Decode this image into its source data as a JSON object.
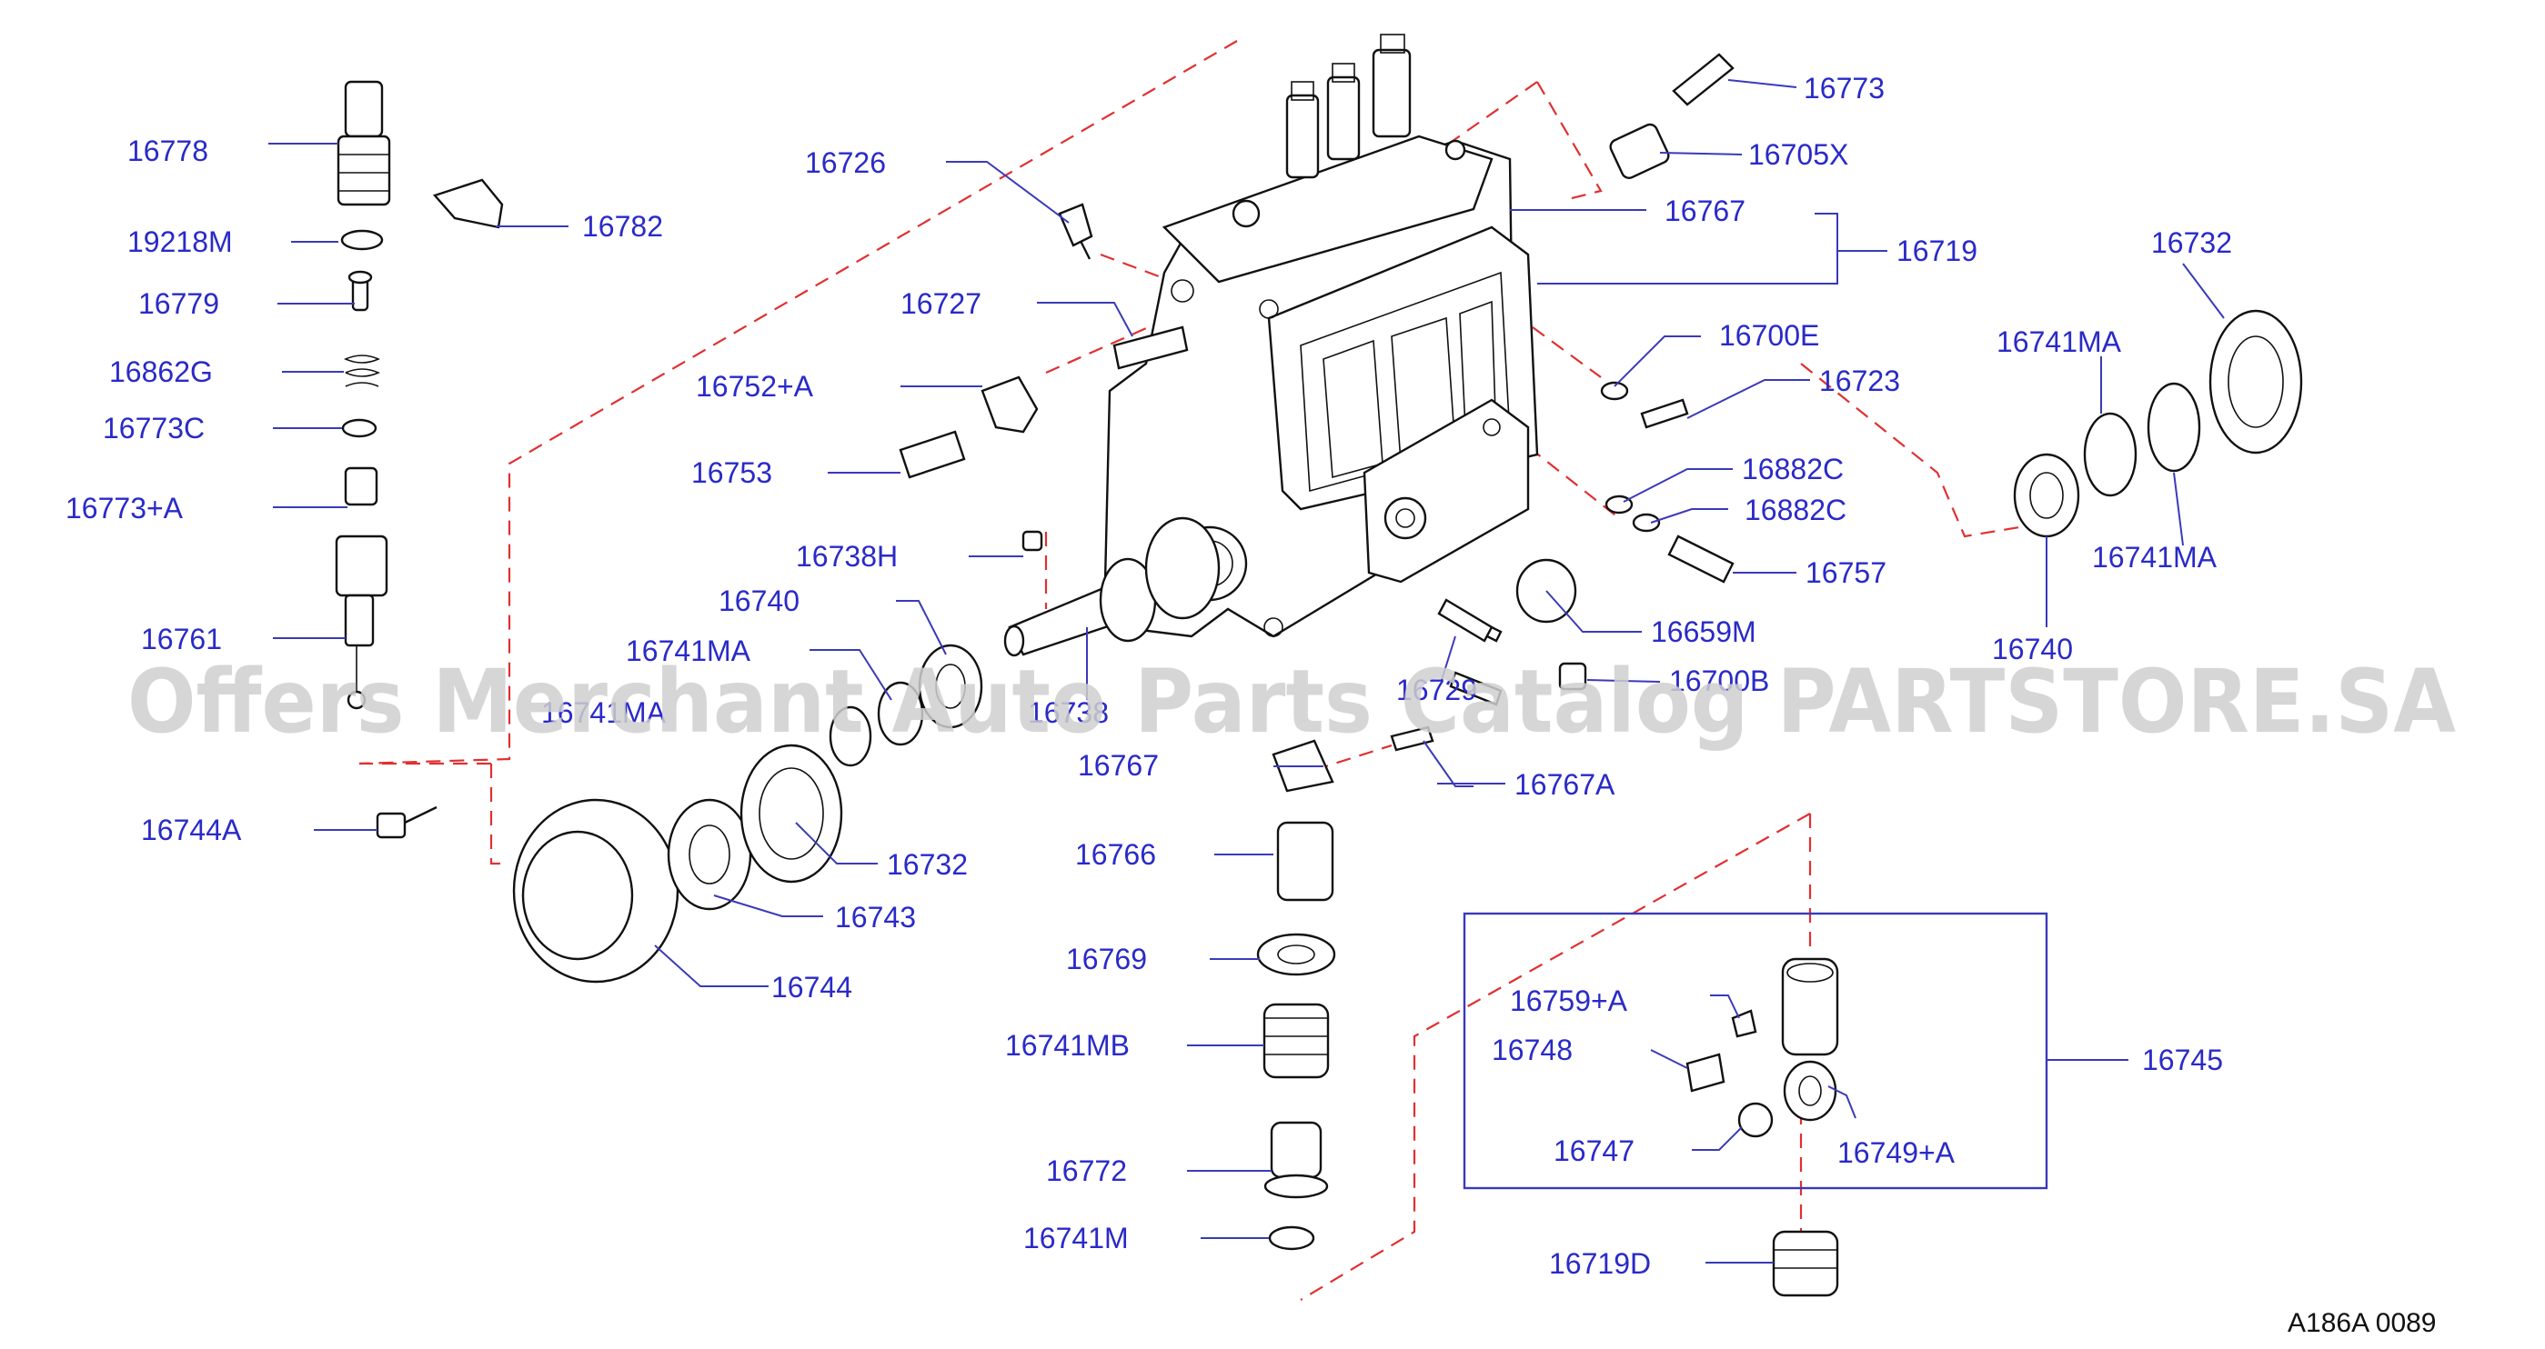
{
  "diagram": {
    "code": "A186A  0089",
    "watermark": "Offers Merchant Auto Parts Catalog PARTSTORE.SA",
    "colors": {
      "label": "#2a2ac8",
      "dashed_line": "#e03030",
      "leader": "#3a3ab8",
      "line_art": "#111111"
    },
    "labels": {
      "p16778": "16778",
      "p19218M": "19218M",
      "p16779": "16779",
      "p16862G": "16862G",
      "p16773C": "16773C",
      "p16773A": "16773+A",
      "p16761": "16761",
      "p16744A": "16744A",
      "p16782": "16782",
      "p16726": "16726",
      "p16727": "16727",
      "p16752A": "16752+A",
      "p16753": "16753",
      "p16738H": "16738H",
      "p16740a": "16740",
      "p16741MAa": "16741MA",
      "p16741MAb": "16741MA",
      "p16738": "16738",
      "p16732a": "16732",
      "p16743": "16743",
      "p16744": "16744",
      "p16773": "16773",
      "p16705X": "16705X",
      "p16767a": "16767",
      "p16719": "16719",
      "p16700E": "16700E",
      "p16723": "16723",
      "p16882Ca": "16882C",
      "p16882Cb": "16882C",
      "p16757": "16757",
      "p16659M": "16659M",
      "p16729": "16729",
      "p16700B": "16700B",
      "p16767b": "16767",
      "p16767A": "16767A",
      "p16766": "16766",
      "p16769": "16769",
      "p16741MB": "16741MB",
      "p16772": "16772",
      "p16741M": "16741M",
      "p16732b": "16732",
      "p16741MAc": "16741MA",
      "p16741MAd": "16741MA",
      "p16740b": "16740",
      "p16745": "16745",
      "p16759A": "16759+A",
      "p16748": "16748",
      "p16747": "16747",
      "p16749A": "16749+A",
      "p16719D": "16719D"
    }
  }
}
